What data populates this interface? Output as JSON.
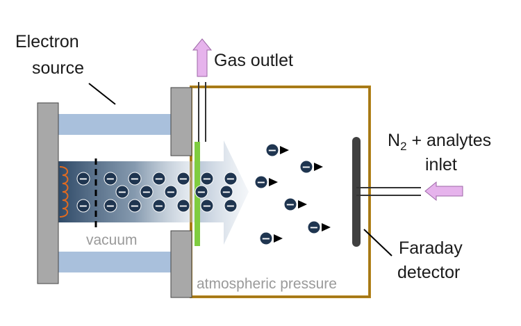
{
  "labels": {
    "electron_source_line1": "Electron",
    "electron_source_line2": "source",
    "gas_outlet": "Gas outlet",
    "inlet_line1_main": "N",
    "inlet_line1_sub": "2",
    "inlet_line1_rest": " + analytes",
    "inlet_line2": "inlet",
    "faraday_line1": "Faraday",
    "faraday_line2": "detector",
    "vacuum": "vacuum",
    "atmospheric": "atmospheric pressure"
  },
  "ion_symbol": "−",
  "colors": {
    "housing_wall": "#a8a8a8",
    "tube": "#a9c0dc",
    "chamber_border": "#b7861c",
    "membrane": "#7fcc3f",
    "ion": "#1f3550",
    "arrow_outlet": "#e6b3ec",
    "detector": "#404040"
  }
}
